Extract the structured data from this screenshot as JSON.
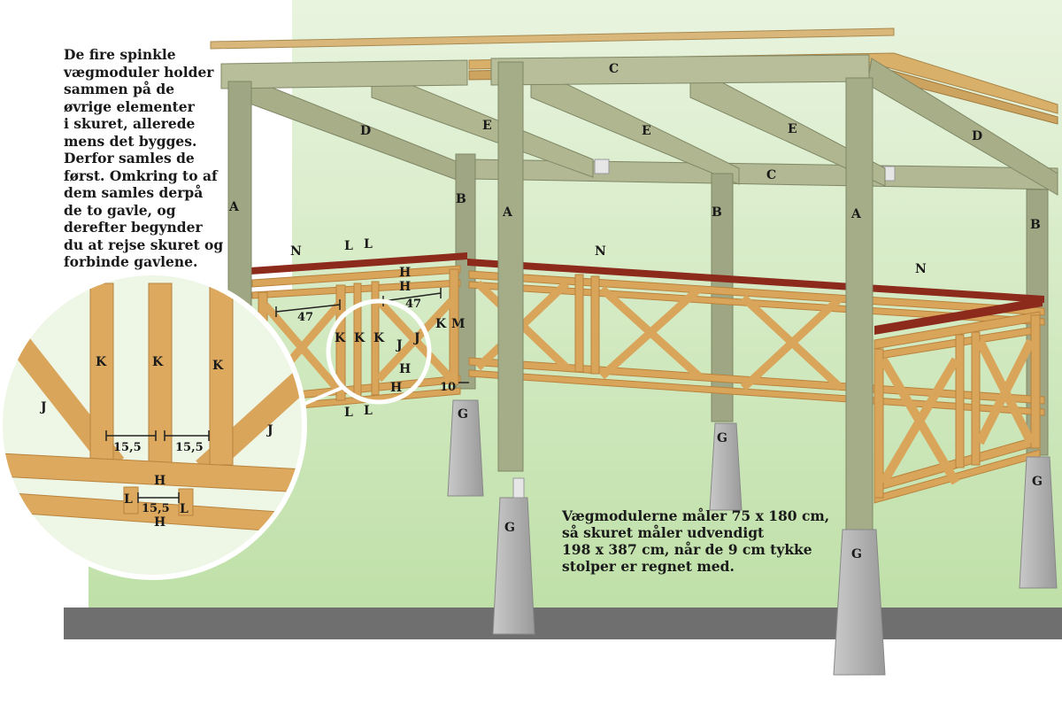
{
  "intro_text": "De fire spinkle\nvægmoduler holder\nsammen på de\nøvrige elementer\ni skuret, allerede\nmens det bygges.\nDerfor samles de\nførst. Omkring to af\ndem samles derpå\nde to gavle, og\nderefter begynder\ndu at rejse skuret og\nforbinde gavlene.",
  "dimension_note": "Vægmodulerne måler 75 x 180 cm,\nså skuret måler udvendigt\n198 x 387 cm, når de 9 cm tykke\nstolper er regnet med.",
  "labels": {
    "A": "A",
    "B": "B",
    "C": "C",
    "D": "D",
    "E": "E",
    "G": "G",
    "H": "H",
    "J": "J",
    "K": "K",
    "L": "L",
    "M": "M",
    "N": "N"
  },
  "dimensions": {
    "module_spacing": "47",
    "gap": "15,5",
    "base_gap": "10"
  },
  "colors": {
    "post": "#9aa27e",
    "post_dark": "#7f8766",
    "post_light": "#b9bf9f",
    "wood": "#d9a55a",
    "wood_dark": "#b9833d",
    "rail_red": "#8c2a1c",
    "concrete": "#b5b5b5",
    "concrete_dark": "#8f8f8f",
    "ground": "#6d6d6d",
    "grass": "#cfe6bd"
  }
}
